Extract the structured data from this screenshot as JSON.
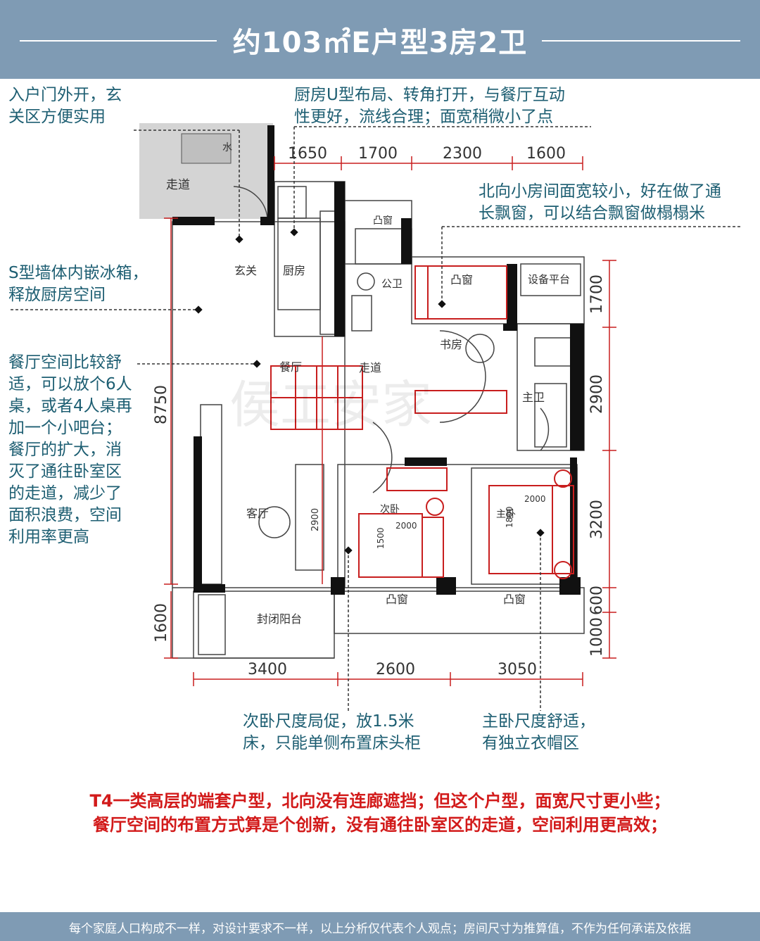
{
  "header": {
    "title": "约103㎡E户型3房2卫"
  },
  "annotations": {
    "entry": [
      "入户门外开，玄",
      "关区方便实用"
    ],
    "kitchen": [
      "厨房U型布局、转角打开，与餐厅互动",
      "性更好，流线合理；面宽稍微小了点"
    ],
    "north_room": [
      "北向小房间面宽较小，好在做了通",
      "长飘窗，可以结合飘窗做榻榻米"
    ],
    "fridge": [
      "S型墙体内嵌冰箱，",
      "释放厨房空间"
    ],
    "dining": [
      "餐厅空间比较舒",
      "适，可以放个6人",
      "桌，或者4人桌再",
      "加一个小吧台；",
      "餐厅的扩大，消",
      "灭了通往卧室区",
      "的走道，减少了",
      "面积浪费，空间",
      "利用率更高"
    ],
    "second_bedroom": [
      "次卧尺度局促，放1.5米",
      "床，只能单侧布置床头柜"
    ],
    "master_bedroom": [
      "主卧尺度舒适，",
      "有独立衣帽区"
    ]
  },
  "floorplan": {
    "rooms": {
      "corridor_outside": "走道",
      "water": "水",
      "entry": "玄关",
      "kitchen": "厨房",
      "bay_window_north_small": "凸窗",
      "public_bath": "公卫",
      "bay_window_north": "凸窗",
      "equipment_platform": "设备平台",
      "study": "书房",
      "dining": "餐厅",
      "hallway": "走道",
      "master_bath": "主卫",
      "living": "客厅",
      "second_bedroom": "次卧",
      "master_bedroom": "主卧",
      "bay_window_south_1": "凸窗",
      "bay_window_south_2": "凸窗",
      "enclosed_balcony": "封闭阳台"
    },
    "bed_labels": {
      "second_w": "2000",
      "second_h": "1500",
      "master_w": "2000",
      "master_h": "1800"
    },
    "living_dim": "2900",
    "top_dims": [
      "1650",
      "1700",
      "2300",
      "1600"
    ],
    "bottom_dims": [
      "3400",
      "2600",
      "3050"
    ],
    "left_dims": [
      "8750",
      "1600"
    ],
    "right_dims": [
      "1700",
      "2900",
      "3200",
      "600",
      "1000"
    ],
    "watermark": "侯工安家"
  },
  "summary": [
    "T4一类高层的端套户型，北向没有连廊遮挡；但这个户型，面宽尺寸更小些；",
    "餐厅空间的布置方式算是个创新，没有通往卧室区的走道，空间利用更高效；"
  ],
  "footer": "每个家庭人口构成不一样，对设计要求不一样，以上分析仅代表个人观点；房间尺寸为推算值，不作为任何承诺及依据"
}
